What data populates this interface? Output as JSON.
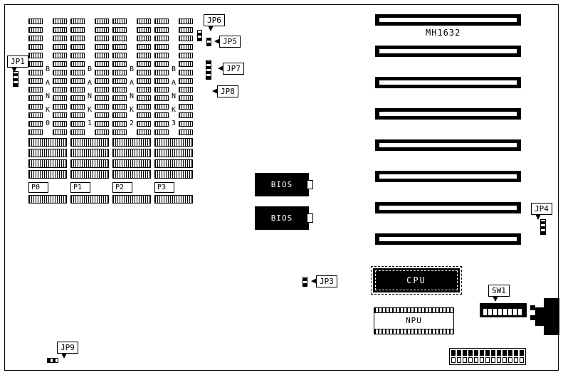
{
  "board": {
    "model_label": "MH1632",
    "banks": [
      {
        "bank": "BANK0",
        "port": "P0"
      },
      {
        "bank": "BANK1",
        "port": "P1"
      },
      {
        "bank": "BANK2",
        "port": "P2"
      },
      {
        "bank": "BANK3",
        "port": "P3"
      }
    ],
    "callouts": {
      "jp1": "JP1",
      "jp3": "JP3",
      "jp4": "JP4",
      "jp5": "JP5",
      "jp6": "JP6",
      "jp7": "JP7",
      "jp8": "JP8",
      "jp9": "JP9",
      "sw1": "SW1"
    },
    "chips": {
      "bios_top": "BIOS",
      "bios_bottom": "BIOS",
      "cpu": "CPU",
      "npu": "NPU"
    }
  }
}
